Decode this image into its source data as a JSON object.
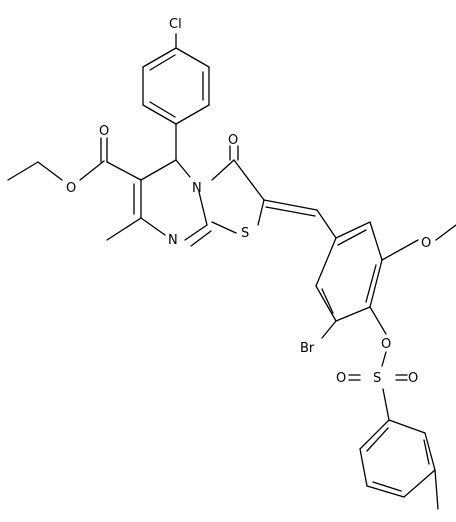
{
  "atom_labels": {
    "cl": "Cl",
    "o_ester_carbonyl": "O",
    "o_ester_ether": "O",
    "o_ring_carbonyl": "O",
    "n_ring": "N",
    "n_imine": "N",
    "s_ring": "S",
    "o_methoxy": "O",
    "br": "Br",
    "o_sulfonate": "O",
    "o_sulfonyl_left": "O",
    "s_sulfonyl": "S",
    "o_sulfonyl_right": "O"
  },
  "colors": {
    "ink": "#000000",
    "background": "#ffffff"
  }
}
